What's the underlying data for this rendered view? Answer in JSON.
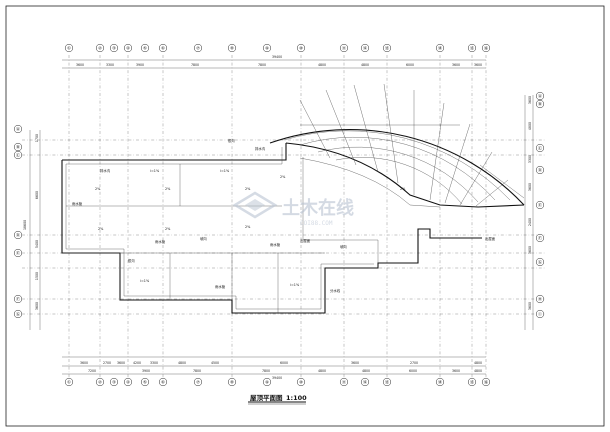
{
  "drawing": {
    "title": "屋顶平面图",
    "scale": "1:100",
    "watermark": "土木在线",
    "watermark_sub": "COI88.COM"
  },
  "top_axes": [
    "①",
    "②",
    "③",
    "④",
    "⑤",
    "⑥",
    "⑦",
    "⑧",
    "⑨",
    "⑩",
    "⑪",
    "⑫",
    "⑬",
    "⑭",
    "⑮",
    "⑯"
  ],
  "bottom_axes": [
    "①",
    "②",
    "③",
    "④",
    "⑤",
    "⑥",
    "⑦",
    "⑧",
    "⑨",
    "⑩",
    "⑪",
    "⑫",
    "⑬",
    "⑭",
    "⑮",
    "⑯"
  ],
  "left_axes": [
    "Ⓐ",
    "Ⓑ",
    "Ⓒ",
    "Ⓓ",
    "Ⓔ",
    "Ⓕ",
    "Ⓖ"
  ],
  "right_axes": [
    "Ⓐ",
    "Ⓑ",
    "Ⓒ",
    "Ⓓ",
    "Ⓔ",
    "Ⓕ",
    "Ⓖ",
    "Ⓗ",
    "Ⓘ"
  ],
  "top_dims_overall": "39400",
  "top_dims": [
    "3600",
    "3300",
    "3900",
    "7800",
    "7800",
    "4800",
    "4800",
    "6000",
    "3600",
    "3600"
  ],
  "bottom_dims_row1": [
    "3600",
    "2700",
    "3600",
    "4200",
    "3300",
    "4800",
    "4500",
    "6000",
    "3600",
    "2700",
    "4800"
  ],
  "bottom_dims_row2": [
    "7200",
    "3900",
    "7800",
    "7800",
    "4800",
    "4800",
    "6000",
    "3600",
    "4800"
  ],
  "bottom_overall": "39400",
  "left_dims": [
    "1700",
    "6600",
    "5400",
    "1500",
    "3600"
  ],
  "left_overall": "18600",
  "right_dims": [
    "3600",
    "4800",
    "3300",
    "3600",
    "2400",
    "3600",
    "3600"
  ],
  "notes": [
    "2%",
    "2%",
    "2%",
    "2%",
    "2%",
    "2%",
    "2%",
    "2%",
    "i=1%",
    "i=1%",
    "i=1%",
    "i=1%",
    "坡向",
    "坡向",
    "排水沟",
    "排水沟",
    "雨水管",
    "雨水管",
    "雨水管",
    "雨水管",
    "出屋面",
    "出屋面",
    "檐沟",
    "檐沟",
    "分水线"
  ]
}
